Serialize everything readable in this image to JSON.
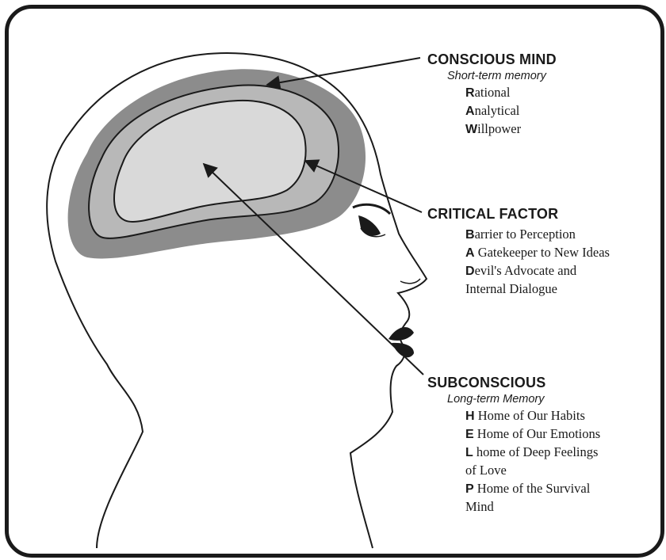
{
  "conscious": {
    "title": "CONSCIOUS MIND",
    "subtitle": "Short-term memory",
    "items": [
      {
        "cap": "R",
        "rest": "ational"
      },
      {
        "cap": "A",
        "rest": "nalytical"
      },
      {
        "cap": "W",
        "rest": "illpower"
      }
    ]
  },
  "critical": {
    "title": "CRITICAL FACTOR",
    "items": [
      {
        "cap": "B",
        "rest": "arrier to Perception"
      },
      {
        "cap": "A",
        "rest": " Gatekeeper to New Ideas"
      },
      {
        "cap": "D",
        "rest": "evil's Advocate and"
      },
      {
        "cap": "",
        "rest": "Internal Dialogue"
      }
    ]
  },
  "subconscious": {
    "title": "SUBCONSCIOUS",
    "subtitle": "Long-term Memory",
    "items": [
      {
        "cap": "H",
        "rest": " Home of Our Habits"
      },
      {
        "cap": "E",
        "rest": " Home of Our Emotions"
      },
      {
        "cap": "L",
        "rest": " home of Deep Feelings"
      },
      {
        "cap": "",
        "rest": "of Love"
      },
      {
        "cap": "P",
        "rest": " Home of the Survival"
      },
      {
        "cap": "",
        "rest": "Mind"
      }
    ]
  },
  "colors": {
    "outline": "#1a1a1a",
    "outer_band": "#8c8c8c",
    "middle_band": "#b8b8b8",
    "inner_core": "#d9d9d9"
  }
}
